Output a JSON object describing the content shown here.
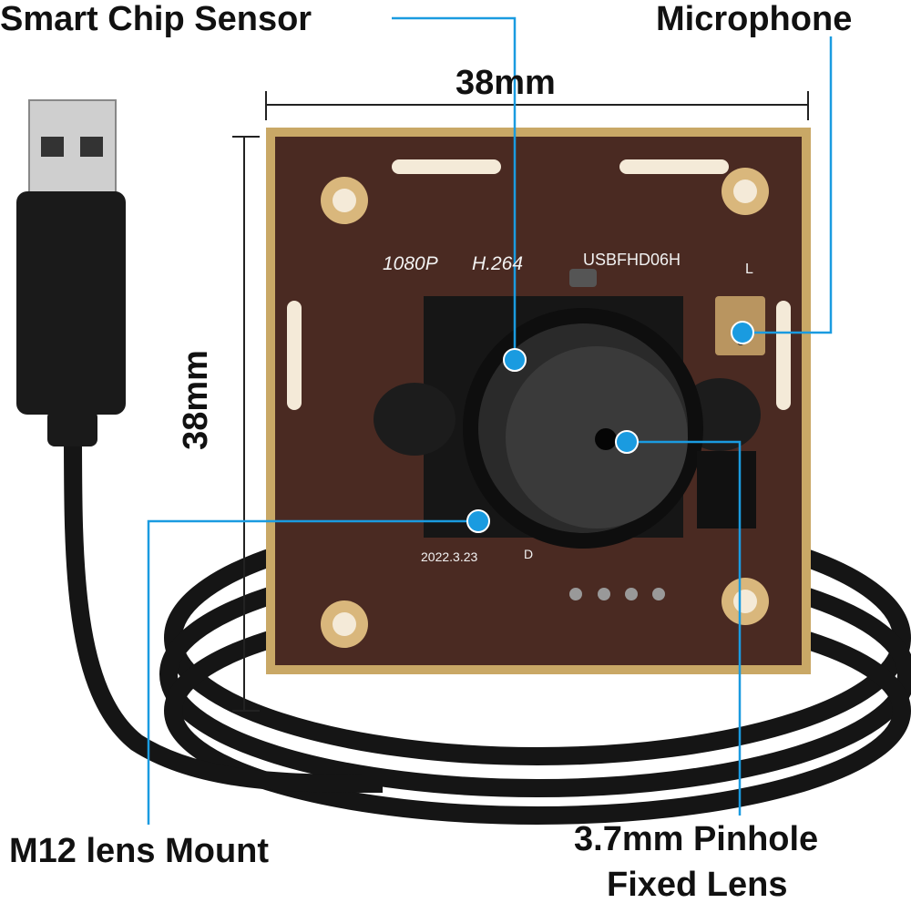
{
  "labels": {
    "sensor": "Smart Chip Sensor",
    "microphone": "Microphone",
    "mount": "M12 lens Mount",
    "lens_line1": "3.7mm Pinhole",
    "lens_line2": "Fixed Lens"
  },
  "dimensions": {
    "width": "38mm",
    "height": "38mm"
  },
  "board_markings": {
    "resolution": "1080P",
    "codec": "H.264",
    "model": "USBFHD06H",
    "date": "2022.3.23",
    "rev": "D",
    "mic_side": "L"
  },
  "colors": {
    "callout": "#1a9be0",
    "pcb": "#4a2a22",
    "text": "#111111"
  }
}
